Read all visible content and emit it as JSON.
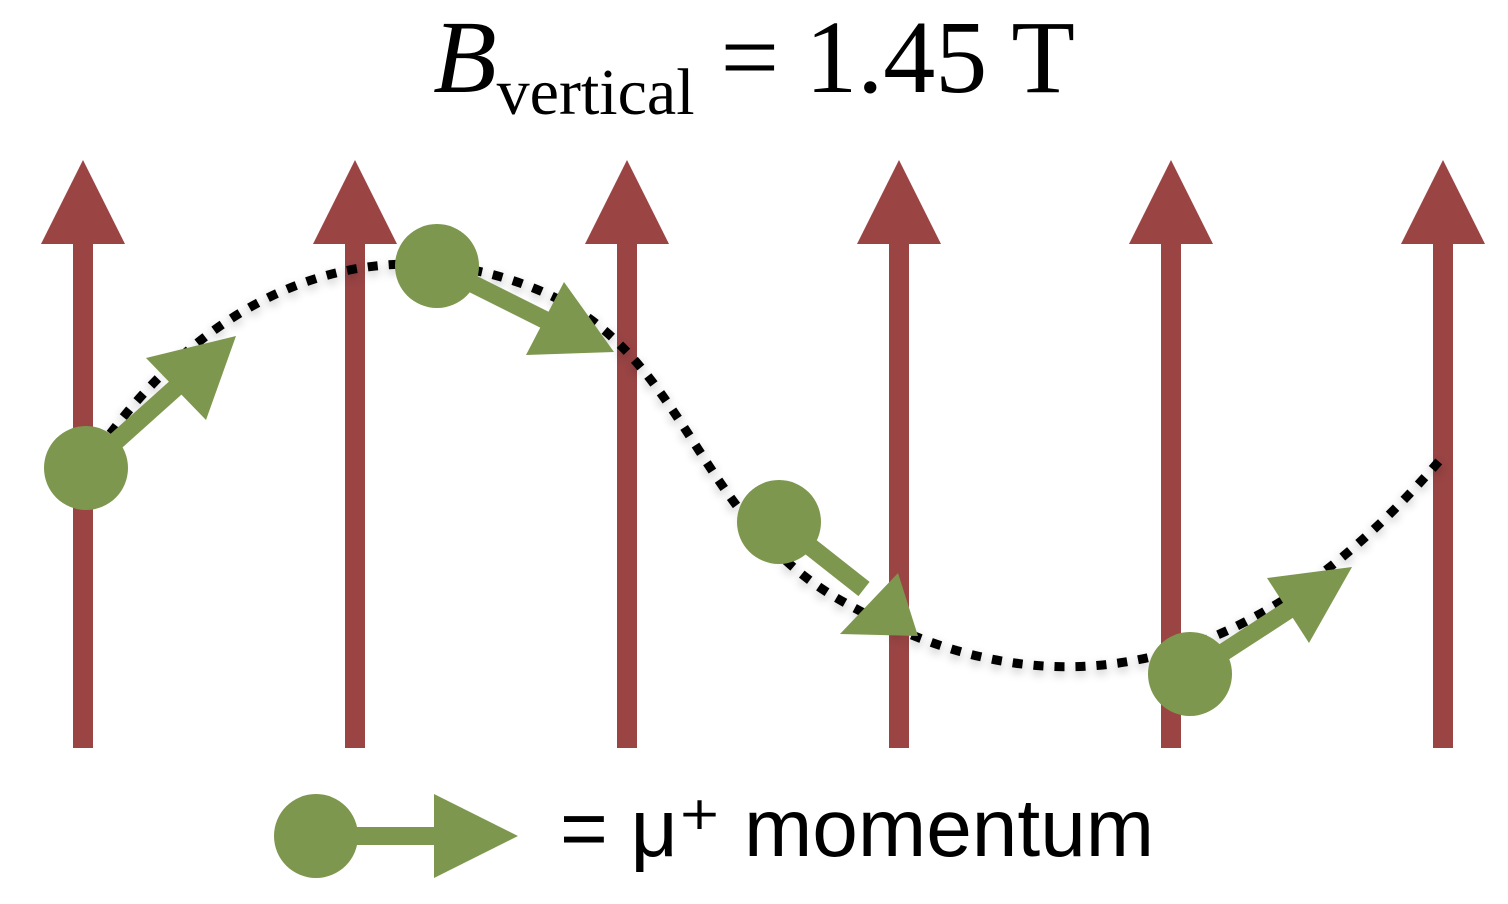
{
  "title": {
    "symbol": "B",
    "subscript": "vertical",
    "rest": " = 1.45 T"
  },
  "legend": {
    "label": "= μ⁺ momentum"
  },
  "colors": {
    "field_line": "#9a4444",
    "muon": "#7d974e",
    "trajectory": "#000000"
  },
  "icons": {
    "field": "arrow-up",
    "momentum": "dot-with-arrow"
  }
}
